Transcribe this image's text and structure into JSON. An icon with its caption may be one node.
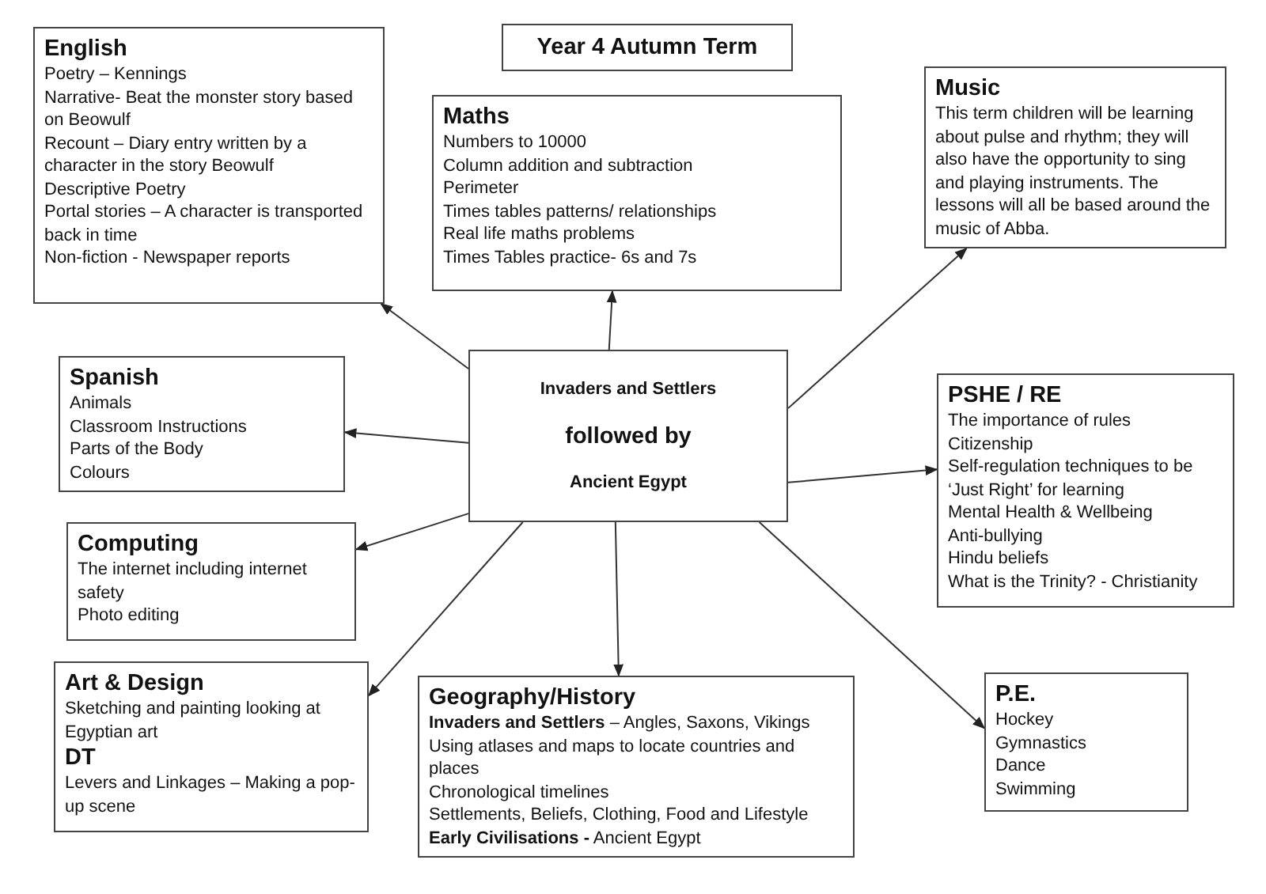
{
  "diagram": {
    "nodes": [
      {
        "text": [
          "Year 4 Autumn Term"
        ]
      },
      {
        "text": [
          "English",
          "Poetry – Kennings",
          "Narrative- Beat the monster story based on Beowulf",
          "Recount – Diary entry written by a character in the story Beowulf",
          "Descriptive Poetry",
          "Portal stories – A character is transported back in time",
          "Non-fiction - Newspaper reports"
        ]
      },
      {
        "text": [
          "Maths",
          "Numbers to 10000",
          "Column addition and subtraction",
          "Perimeter",
          "Times tables patterns/ relationships",
          "Real life maths problems",
          "Times Tables practice- 6s and 7s"
        ]
      },
      {
        "text": [
          "Music",
          "This term children will be learning about pulse and rhythm; they will also have the opportunity to sing and playing instruments. The lessons will all be based around the music of Abba."
        ]
      },
      {
        "text": [
          "Invaders and Settlers",
          "followed by",
          "Ancient Egypt"
        ]
      },
      {
        "text": [
          "Spanish",
          "Animals",
          "Classroom Instructions",
          "Parts of the Body",
          "Colours"
        ]
      },
      {
        "text": [
          "PSHE / RE",
          "The importance of rules",
          "Citizenship",
          "Self-regulation techniques to be ‘Just Right’ for learning",
          "Mental Health & Wellbeing",
          "Anti-bullying",
          "Hindu beliefs",
          "What is the Trinity? - Christianity"
        ]
      },
      {
        "text": [
          "Computing",
          "The internet including internet safety",
          "Photo editing"
        ]
      },
      {
        "text": [
          "Art & Design",
          "Sketching and painting looking at Egyptian art",
          "DT",
          "Levers and Linkages – Making a pop-up scene"
        ]
      },
      {
        "text": [
          "Geography/History",
          "**Invaders and Settlers** – Angles, Saxons, Vikings",
          "Using atlases and maps to locate countries and places",
          "Chronological timelines",
          "Settlements, Beliefs, Clothing, Food and Lifestyle",
          "**Early Civilisations -** Ancient Egypt"
        ]
      },
      {
        "text": [
          "P.E.",
          "Hockey",
          "Gymnastics",
          "Dance",
          "Swimming"
        ]
      }
    ],
    "edges": [
      {
        "from": 4,
        "to": 1,
        "arrow": "to"
      },
      {
        "from": 4,
        "to": 2,
        "arrow": "to"
      },
      {
        "from": 4,
        "to": 3,
        "arrow": "to"
      },
      {
        "from": 4,
        "to": 5,
        "arrow": "to"
      },
      {
        "from": 4,
        "to": 6,
        "arrow": "to"
      },
      {
        "from": 4,
        "to": 7,
        "arrow": "to"
      },
      {
        "from": 4,
        "to": 8,
        "arrow": "to"
      },
      {
        "from": 4,
        "to": 9,
        "arrow": "to"
      },
      {
        "from": 4,
        "to": 10,
        "arrow": "to"
      }
    ]
  }
}
